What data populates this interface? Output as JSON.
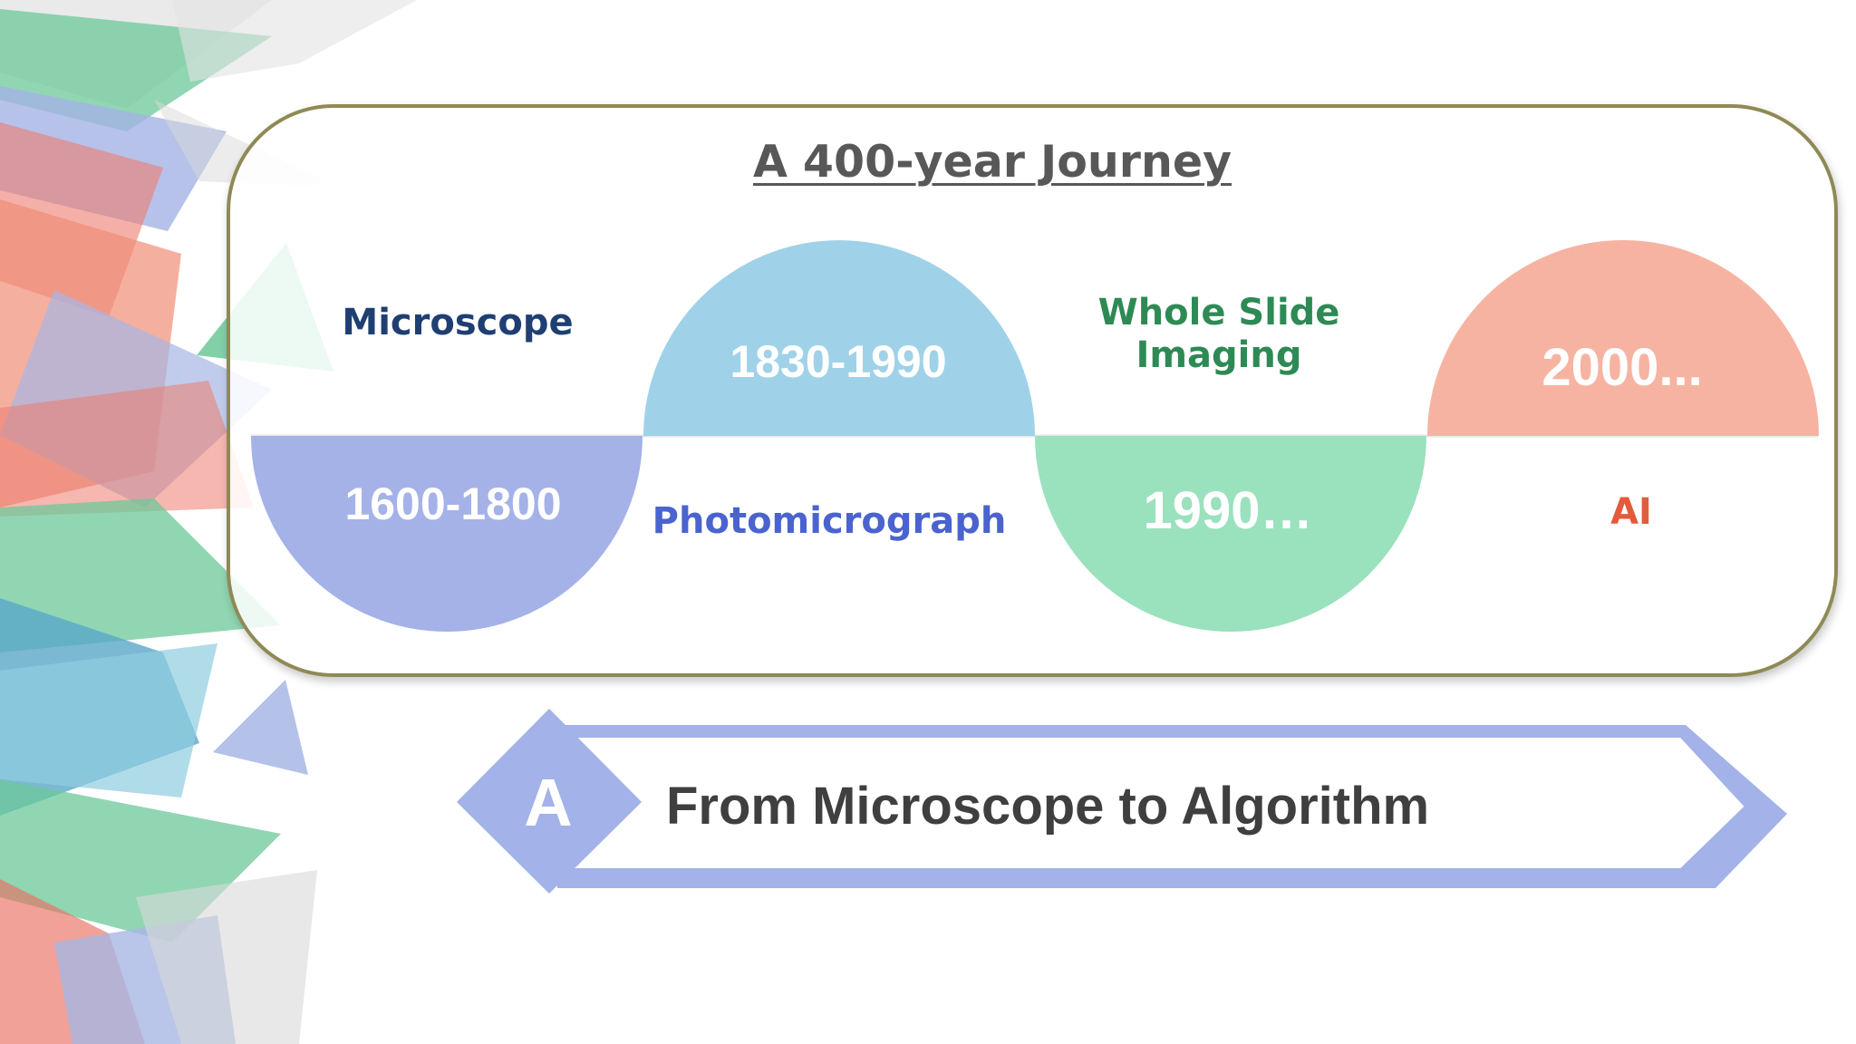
{
  "title": "A 400-year Journey",
  "timeline": [
    {
      "label": "Microscope",
      "date": "1600-1800",
      "label_color": "#1f3f73",
      "shape_color": "#a4b2e8"
    },
    {
      "label": "Photomicrograph",
      "date": "1830-1990",
      "label_color": "#4a63cf",
      "shape_color": "#9fd2e8"
    },
    {
      "label": "Whole Slide\nImaging",
      "date": "1990…",
      "label_color": "#2e8a55",
      "shape_color": "#9ae1bd"
    },
    {
      "label": "AI",
      "date": "2000...",
      "label_color": "#e35b3b",
      "shape_color": "#f7b3a2"
    }
  ],
  "banner": {
    "letter": "A",
    "text": "From Microscope to Algorithm",
    "color": "#a3b2e8"
  },
  "colors": {
    "panel_border": "#8f8a55",
    "title": "#585858",
    "banner_text": "#3f3f3f"
  }
}
